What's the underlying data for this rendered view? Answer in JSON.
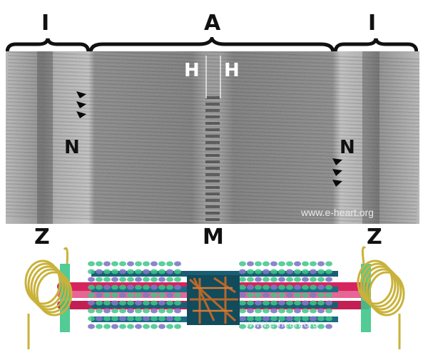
{
  "band_labels": {
    "i_left": "I",
    "a": "A",
    "i_right": "I",
    "h_left": "H",
    "h_right": "H",
    "n_left": "N",
    "n_right": "N",
    "z_left": "Z",
    "m": "M",
    "z_right": "Z"
  },
  "watermark_micrograph": "www.e-heart.org",
  "watermark_model": "www.e-heart.org",
  "colors": {
    "titin_coil": "#c9b23a",
    "actin": "#3fc58a",
    "myosin": "#7f78c8",
    "nebulin": "#d6245c",
    "thick_core": "#1a5e73",
    "m_line": "#b8672a"
  }
}
